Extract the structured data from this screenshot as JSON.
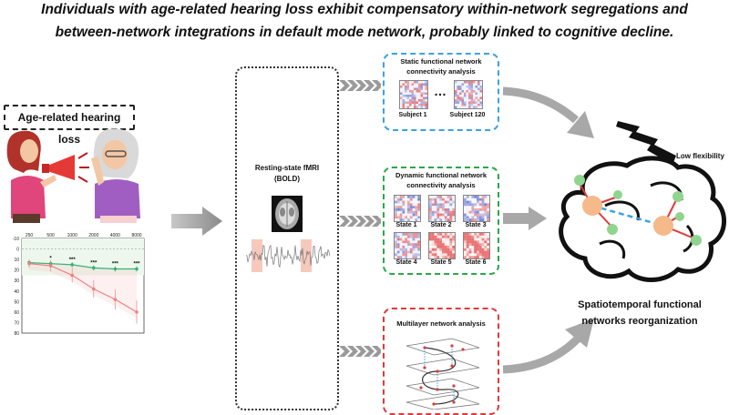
{
  "title_line1": "Individuals with age-related hearing loss exhibit compensatory within-network segregations and",
  "title_line2": "between-network integrations in default mode network, probably linked to cognitive decline.",
  "left": {
    "label": "Age-related hearing loss",
    "audiogram": {
      "x_ticks": [
        "250",
        "500",
        "1000",
        "2000",
        "4000",
        "8000"
      ],
      "y_ticks": [
        "-10",
        "0",
        "10",
        "20",
        "30",
        "40",
        "50",
        "60",
        "70",
        "80"
      ],
      "significance": [
        "*",
        "***",
        "***",
        "***",
        "***"
      ],
      "series": [
        {
          "color": "#2bb673",
          "values": [
            13,
            14,
            15,
            18,
            19,
            19
          ]
        },
        {
          "color": "#f08080",
          "values": [
            14,
            16,
            25,
            38,
            48,
            60
          ]
        }
      ],
      "ylim": [
        -10,
        80
      ]
    }
  },
  "center": {
    "title": "Resting-state fMRI (BOLD)"
  },
  "static": {
    "title": "Static functional network connectivity analysis",
    "subjects": [
      "Subject 1",
      "Subject 120"
    ],
    "ellipsis": "…",
    "border_color": "#3aa3e3"
  },
  "dynamic": {
    "title": "Dynamic functional network connectivity analysis",
    "states": [
      "State 1",
      "State 2",
      "State 3",
      "State 4",
      "State 5",
      "State 6"
    ],
    "border_color": "#2aa84a"
  },
  "multilayer": {
    "title": "Multilayer network analysis",
    "border_color": "#e03a3a"
  },
  "right": {
    "flex_label": "Low flexibility",
    "caption": "Spatiotemporal functional networks reorganization"
  }
}
